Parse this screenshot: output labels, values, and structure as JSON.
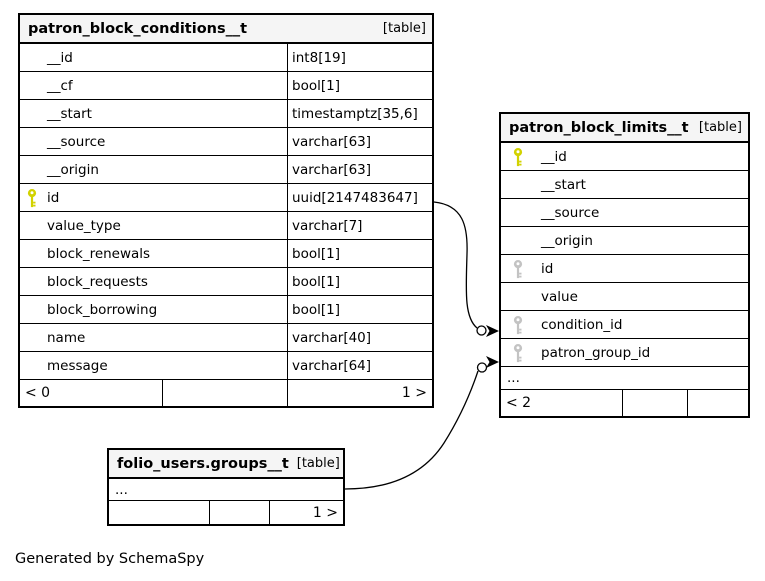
{
  "caption": "Generated by SchemaSpy",
  "colors": {
    "background": "#ffffff",
    "border": "#000000",
    "header_bg": "#f5f5f5",
    "primary_key": "#d2d200",
    "foreign_key": "#c3c3c3"
  },
  "tables": [
    {
      "name": "patron_block_conditions__t",
      "badge": "[table]",
      "columns": [
        {
          "name": "__id",
          "type": "int8[19]"
        },
        {
          "name": "__cf",
          "type": "bool[1]"
        },
        {
          "name": "__start",
          "type": "timestamptz[35,6]"
        },
        {
          "name": "__source",
          "type": "varchar[63]"
        },
        {
          "name": "__origin",
          "type": "varchar[63]"
        },
        {
          "name": "id",
          "type": "uuid[2147483647]",
          "key": "primary"
        },
        {
          "name": "value_type",
          "type": "varchar[7]"
        },
        {
          "name": "block_renewals",
          "type": "bool[1]"
        },
        {
          "name": "block_requests",
          "type": "bool[1]"
        },
        {
          "name": "block_borrowing",
          "type": "bool[1]"
        },
        {
          "name": "name",
          "type": "varchar[40]"
        },
        {
          "name": "message",
          "type": "varchar[64]"
        }
      ],
      "footer": {
        "left": "< 0",
        "middle": "",
        "right": "1 >"
      }
    },
    {
      "name": "patron_block_limits__t",
      "badge": "[table]",
      "columns": [
        {
          "name": "__id",
          "key": "primary"
        },
        {
          "name": "__start"
        },
        {
          "name": "__source"
        },
        {
          "name": "__origin"
        },
        {
          "name": "id",
          "key": "foreign"
        },
        {
          "name": "value"
        },
        {
          "name": "condition_id",
          "key": "foreign"
        },
        {
          "name": "patron_group_id",
          "key": "foreign"
        },
        {
          "name": "...",
          "ellipsis": true
        }
      ],
      "footer": {
        "left": "< 2",
        "middle": "",
        "right": ""
      }
    },
    {
      "name": "folio_users.groups__t",
      "badge": "[table]",
      "columns": [
        {
          "name": "...",
          "ellipsis": true
        }
      ],
      "footer": {
        "left": "",
        "middle": "",
        "right": "1 >"
      }
    }
  ],
  "relationships": [
    {
      "from": "patron_block_conditions__t.id",
      "to": "patron_block_limits__t.condition_id"
    },
    {
      "from": "folio_users.groups__t",
      "to": "patron_block_limits__t.patron_group_id"
    }
  ]
}
